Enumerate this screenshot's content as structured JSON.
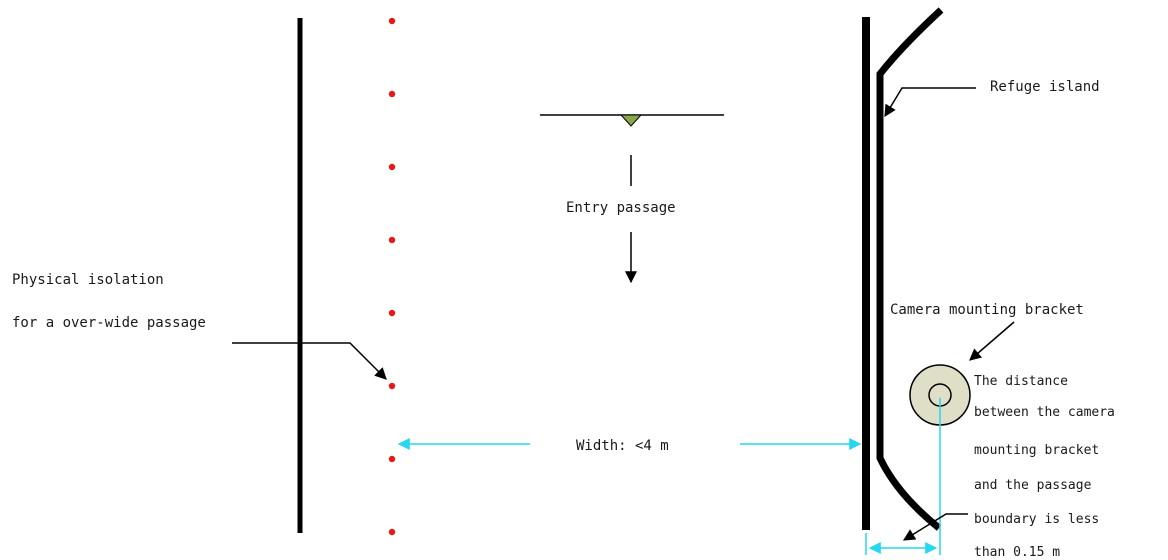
{
  "labels": {
    "refuge_island": "Refuge island",
    "entry_passage": "Entry passage",
    "physical_isolation_line1": "Physical isolation",
    "physical_isolation_line2": "for a over-wide passage",
    "camera_bracket": "Camera mounting bracket",
    "width": "Width: <4 m",
    "distance_note": [
      "The distance",
      "between the camera",
      "mounting bracket",
      "and the passage",
      "boundary is less",
      "than 0.15 m"
    ]
  },
  "colors": {
    "line": "#000000",
    "isolation_dot": "#e81818",
    "dimension_arrow": "#27d6f0",
    "entry_marker": "#8aa84a",
    "bracket_fill": "#dedfc6"
  },
  "isolation_dot_count": 8
}
